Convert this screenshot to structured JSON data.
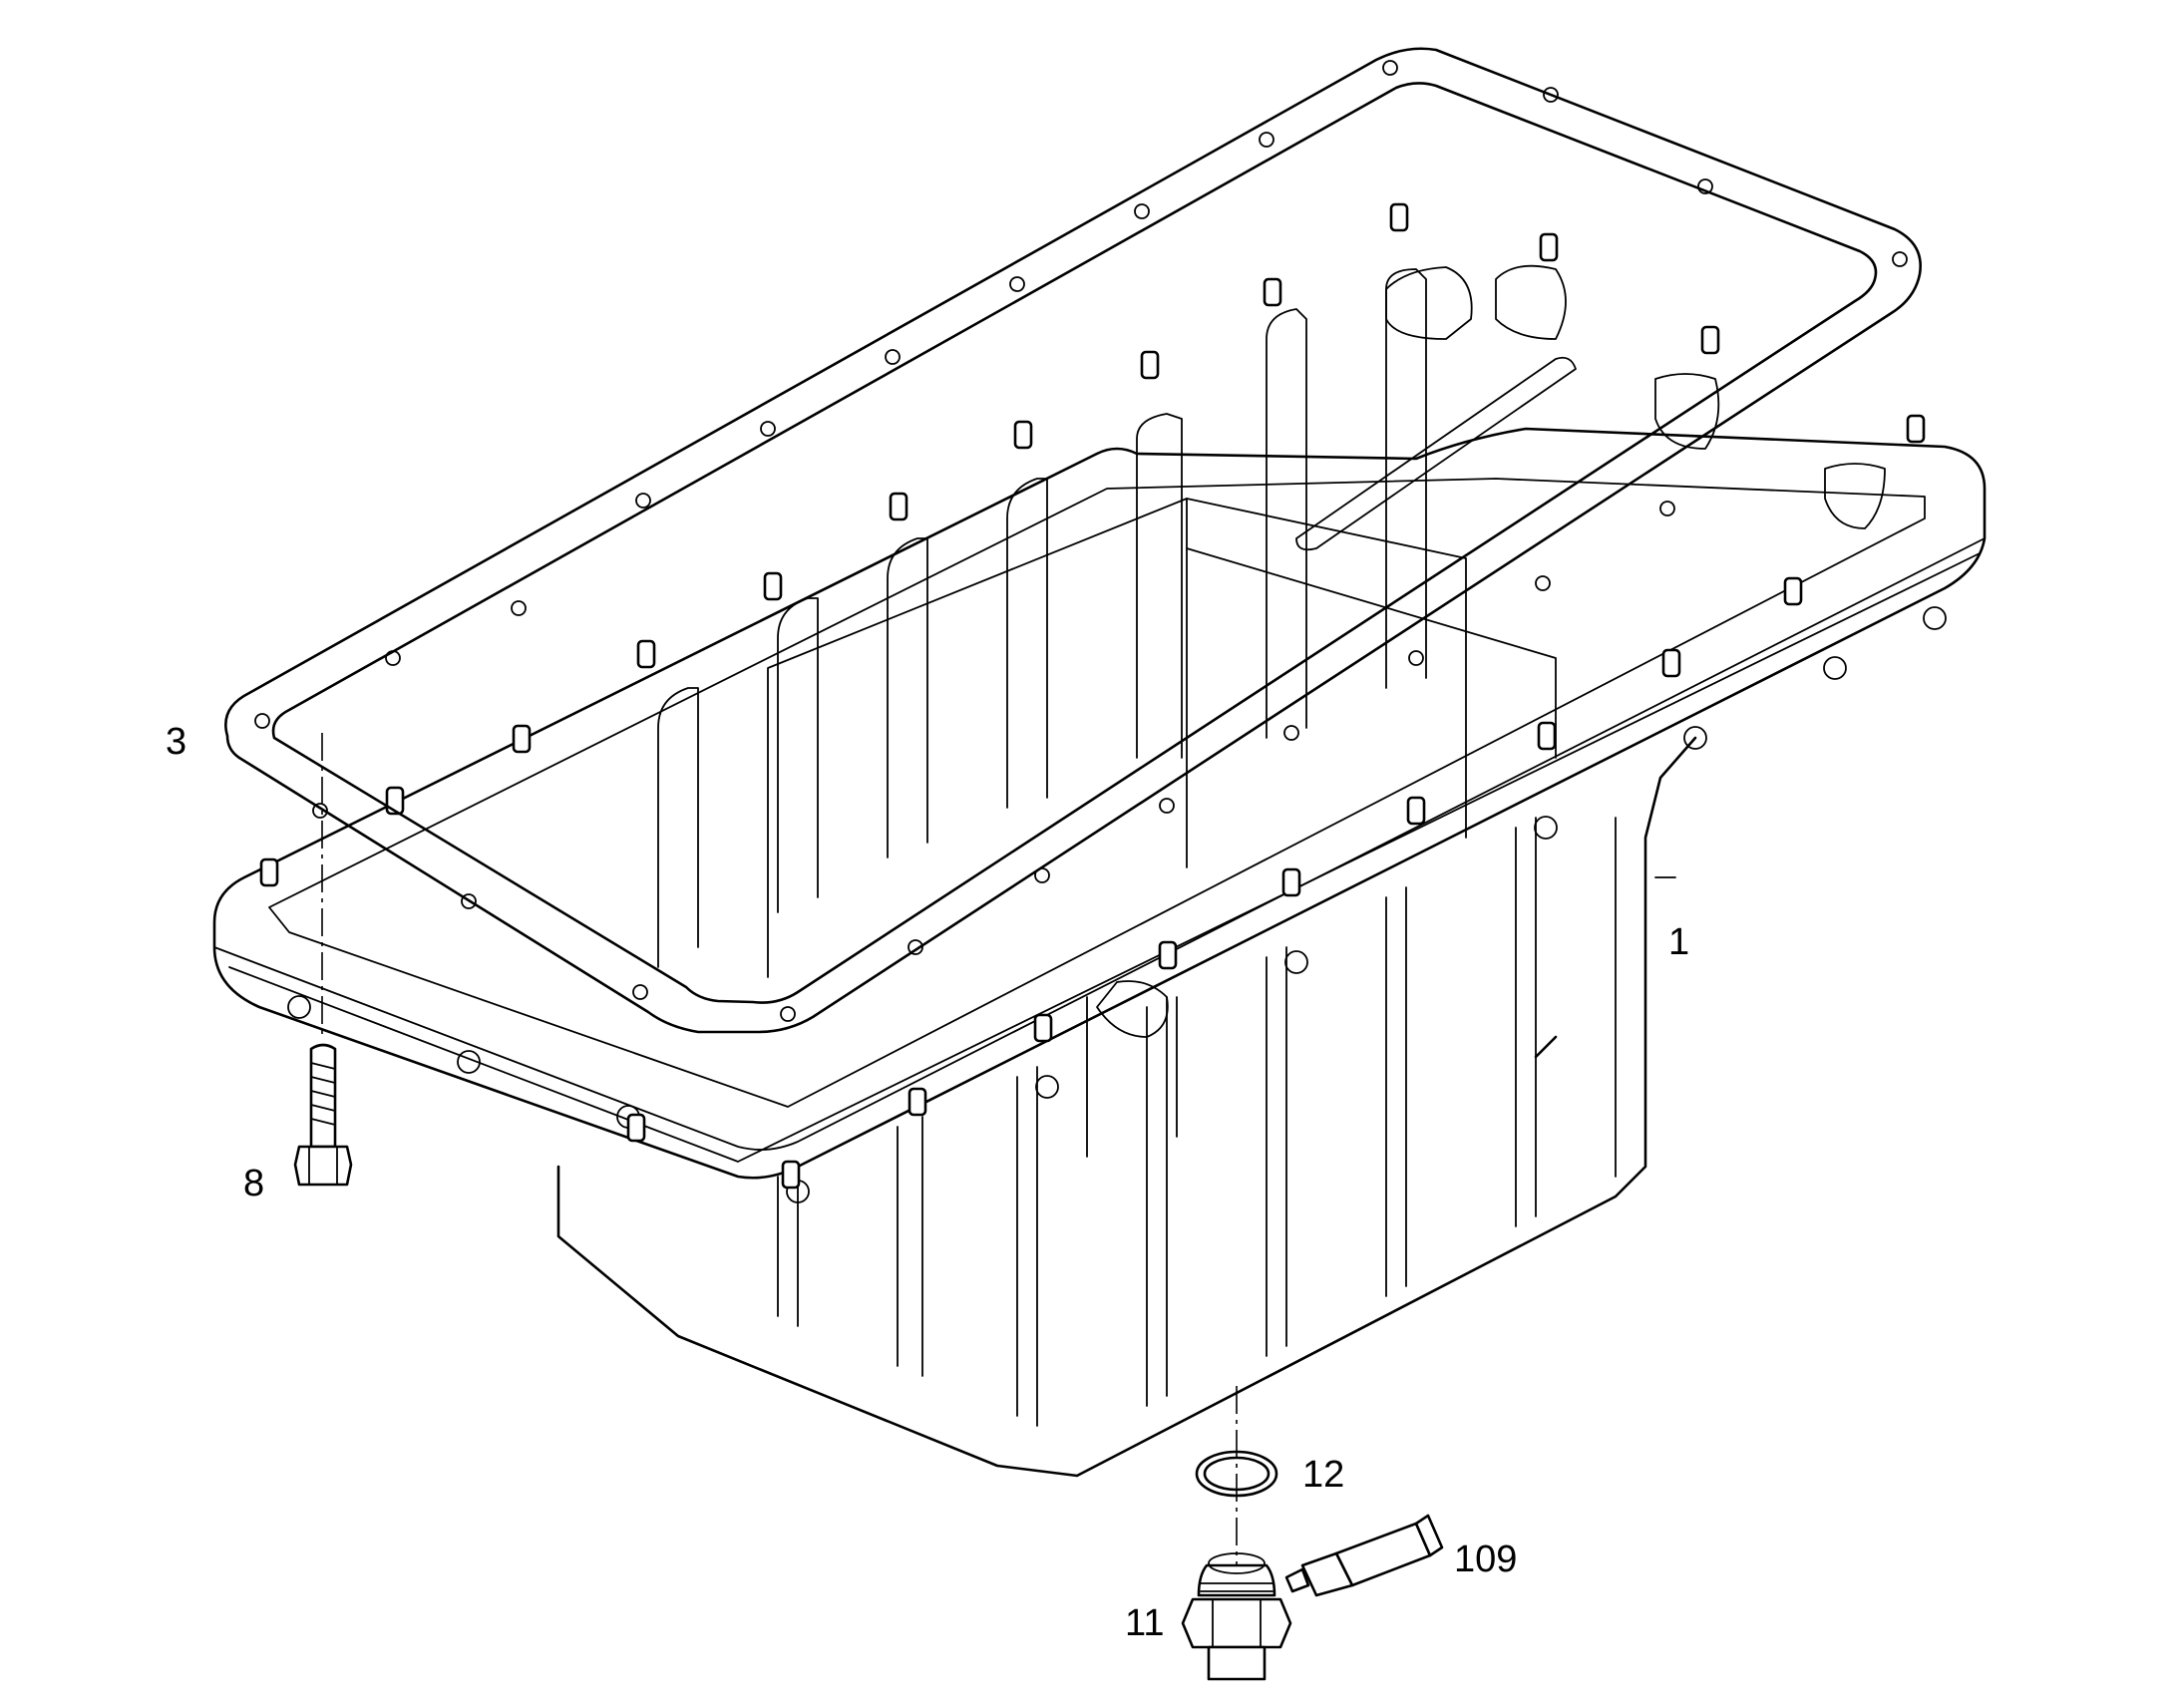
{
  "callouts": [
    {
      "id": "oil-pan",
      "label": "1"
    },
    {
      "id": "gasket",
      "label": "3"
    },
    {
      "id": "bolt",
      "label": "8"
    },
    {
      "id": "drain-plug",
      "label": "11"
    },
    {
      "id": "seal-ring",
      "label": "12"
    },
    {
      "id": "sealant-tube",
      "label": "109"
    }
  ]
}
